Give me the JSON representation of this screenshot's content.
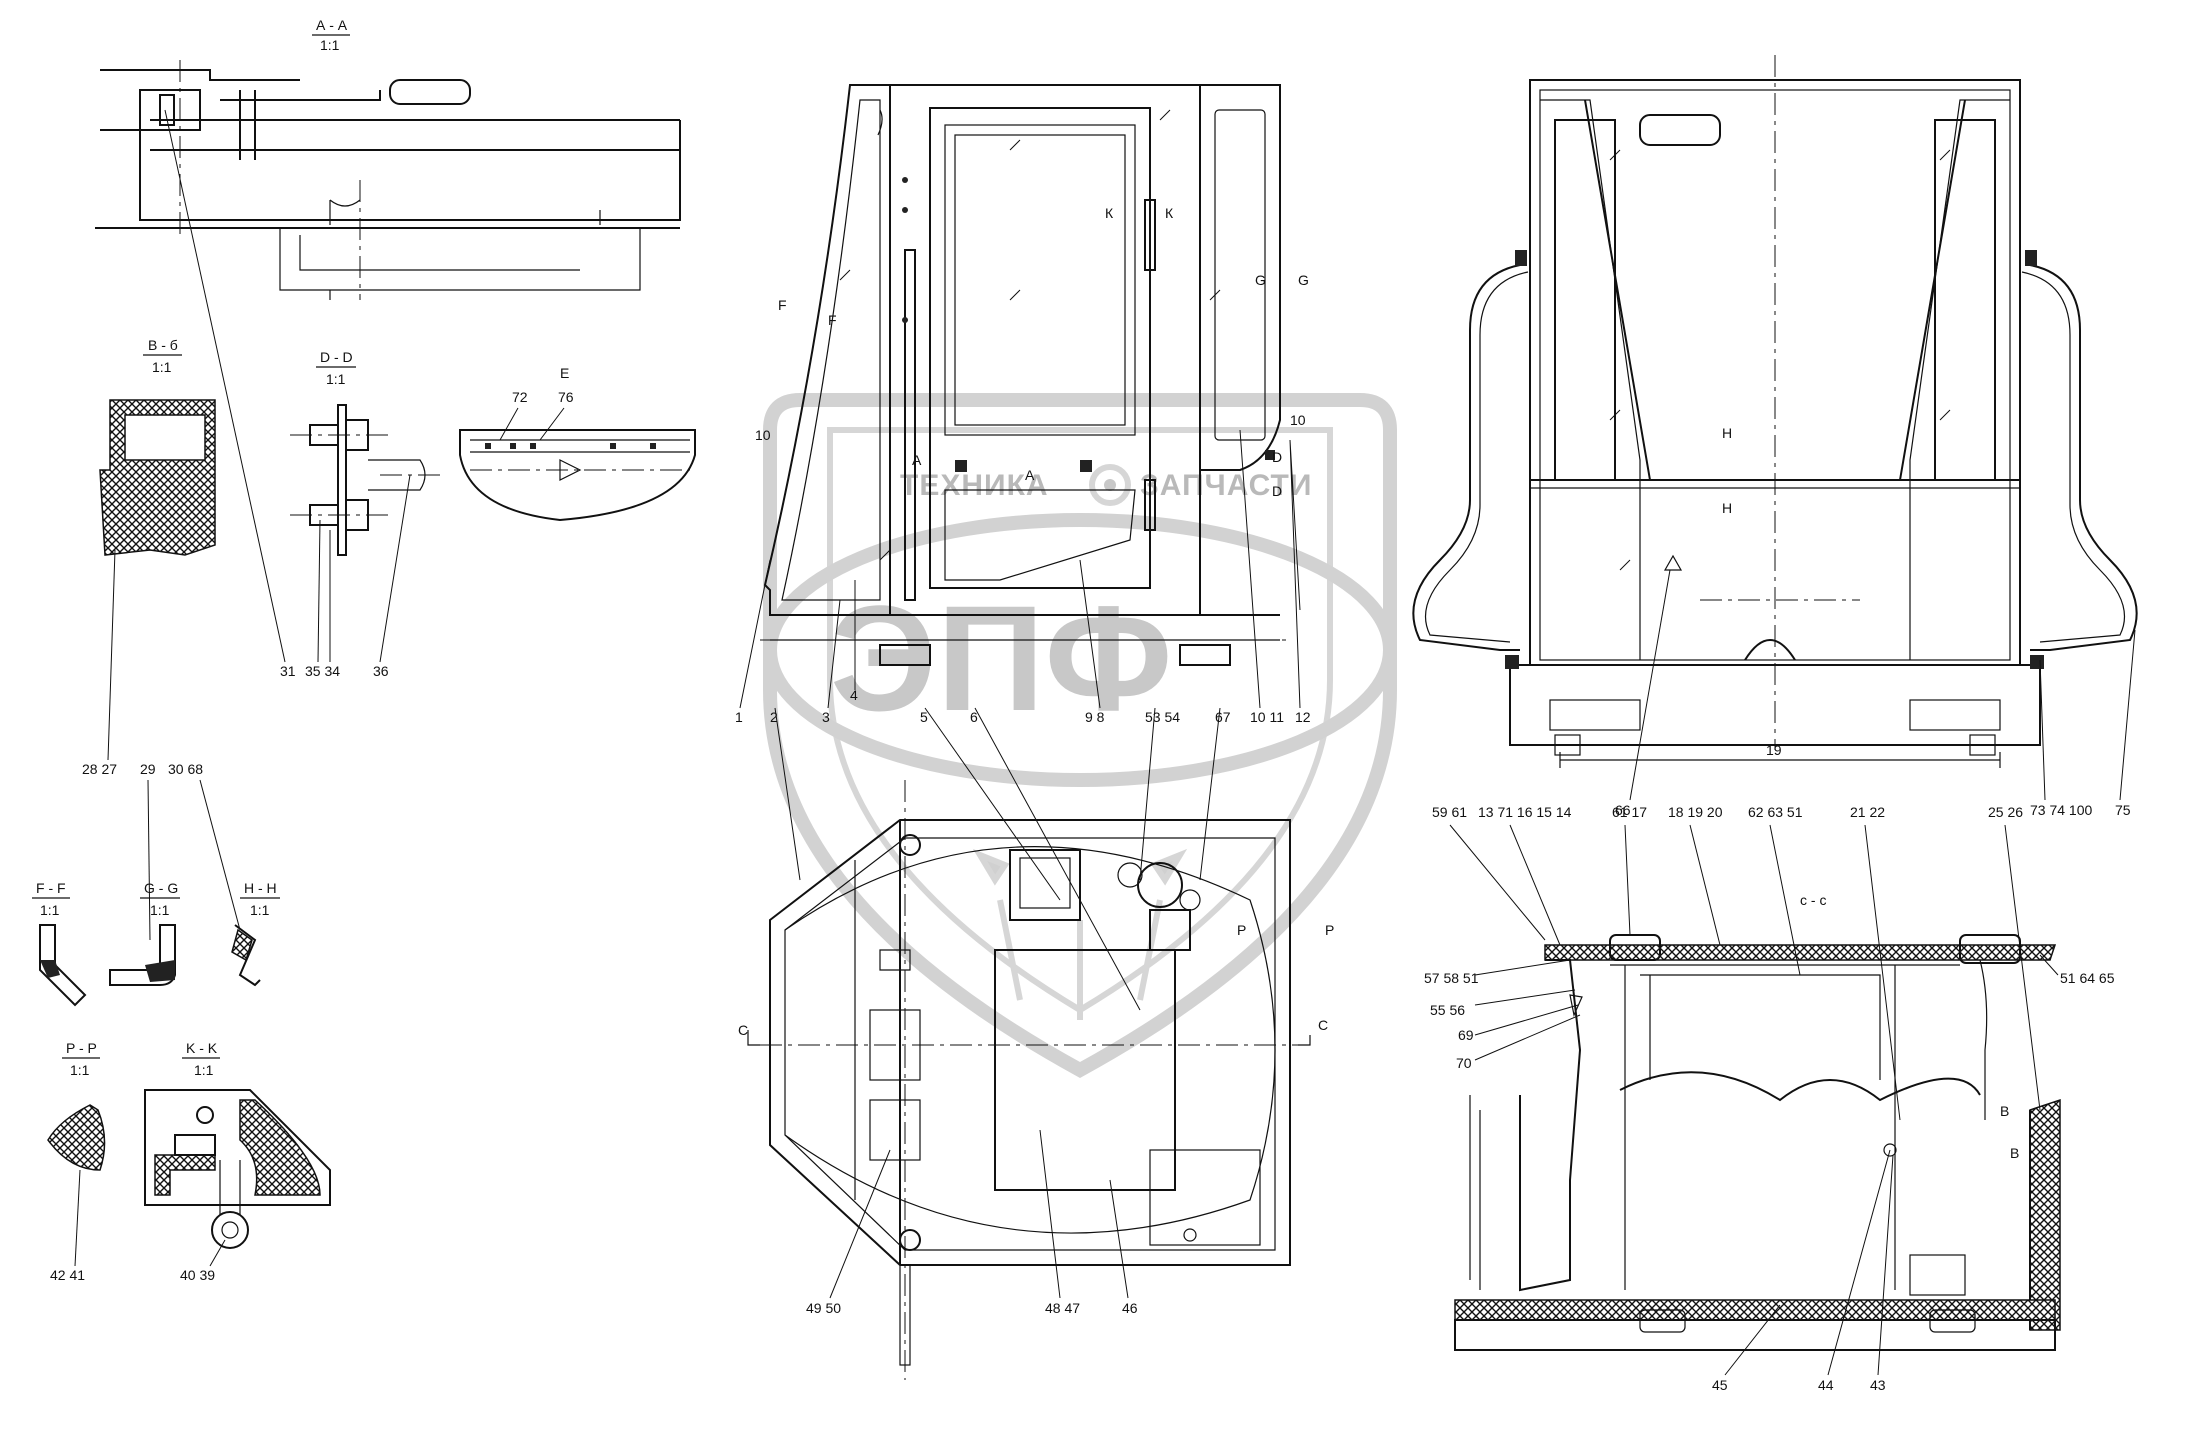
{
  "watermark": {
    "brand_left": "ТЕХНИКА",
    "brand_right": "ЗАПЧАСТИ",
    "logo": "ЭПФ"
  },
  "sections": {
    "aa_name": "А - А",
    "aa_scale": "1:1",
    "bb_name": "В - б",
    "bb_scale": "1:1",
    "dd_name": "D - D",
    "dd_scale": "1:1",
    "e_name": "E",
    "ff_name": "F - F",
    "ff_scale": "1:1",
    "gg_name": "G - G",
    "gg_scale": "1:1",
    "hh_name": "H - H",
    "hh_scale": "1:1",
    "pp_name": "P - P",
    "pp_scale": "1:1",
    "kk_name": "K - K",
    "kk_scale": "1:1",
    "cc_name": "c - c"
  },
  "cut_marks": {
    "k1": "К",
    "k2": "К",
    "g1": "G",
    "g2": "G",
    "f1": "F",
    "f2": "F",
    "a1": "A",
    "a2": "A",
    "d1": "D",
    "d2": "D",
    "p1": "P",
    "p2": "P",
    "c1": "C",
    "c2": "C",
    "h1": "Н",
    "h2": "Н",
    "b1": "В",
    "b2": "В"
  },
  "callouts": {
    "c31": "31",
    "c35_34": "35 34",
    "c36": "36",
    "c72": "72",
    "c76": "76",
    "c28_27": "28 27",
    "c29": "29",
    "c30_68": "30 68",
    "c42_41": "42 41",
    "c40_39": "40 39",
    "c1": "1",
    "c2": "2",
    "c3": "3",
    "c4": "4",
    "c5": "5",
    "c6": "6",
    "c9_8": "9 8",
    "c53_54": "53 54",
    "c67": "67",
    "c10_11": "10 11",
    "c12": "12",
    "c10a": "10",
    "c10b": "10",
    "c49_50": "49 50",
    "c48_47": "48 47",
    "c46": "46",
    "c19": "19",
    "c66": "66",
    "c73_74_100": "73 74 100",
    "c75": "75",
    "c59_61": "59 61",
    "c13_71_16_15_14": "13 71 16 15 14",
    "c61_17": "61 17",
    "c18_19_20": "18 19 20",
    "c62_63_51": "62 63 51",
    "c21_22": "21 22",
    "c25_26": "25 26",
    "c57_58_51": "57 58 51",
    "c55_56": "55 56",
    "c69": "69",
    "c70": "70",
    "c51_64_65": "51 64 65",
    "c45": "45",
    "c44": "44",
    "c43": "43"
  }
}
